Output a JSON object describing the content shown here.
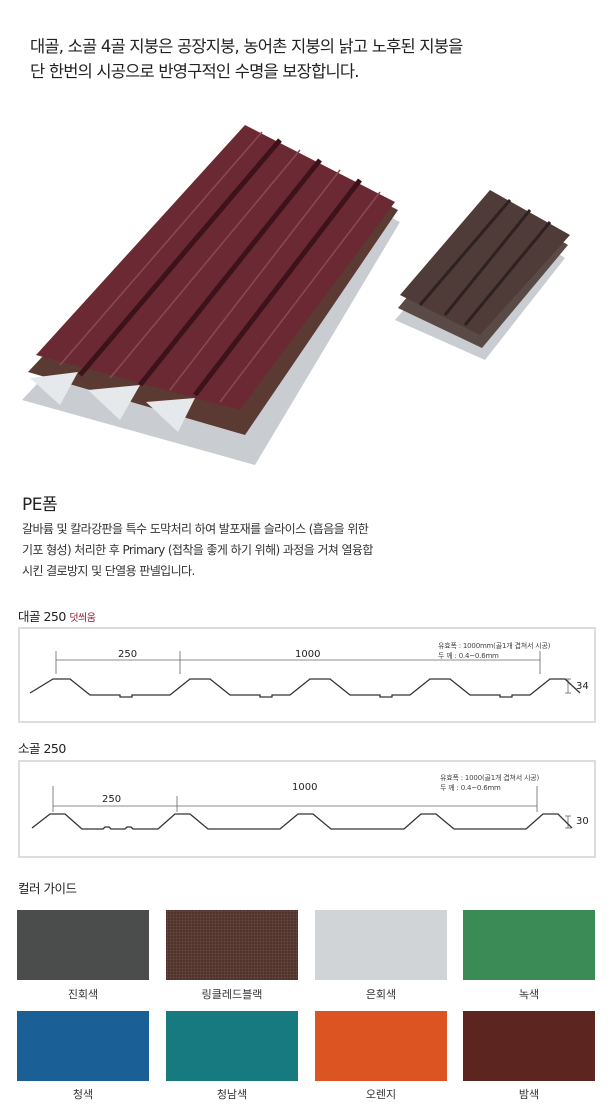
{
  "headline": [
    "대골, 소골 4골 지붕은 공장지붕, 농어촌 지붕의 낡고 노후된 지붕을",
    "단 한번의 시공으로 반영구적인 수명을 보장합니다."
  ],
  "product": {
    "title": "PE폼",
    "description": [
      "갈바륨 및 칼라강판을 특수 도막처리 하여 발포재를 슬라이스 (흡음을 위한",
      "기포 형성) 처리한 후 Primary (접착을 좋게 하기 위해) 과정을 거쳐 열융합",
      "시킨 결로방지 및 단열용 판넬입니다."
    ]
  },
  "profiles": [
    {
      "title": "대골 250",
      "subtitle": "덧씌움",
      "pitch": "250",
      "width": "1000",
      "note1": "유효폭 : 1000mm(골1개 겹쳐서 시공)",
      "note2": "두   께 : 0.4~0.6mm",
      "height": "34"
    },
    {
      "title": "소골 250",
      "subtitle": "",
      "pitch": "250",
      "width": "1000",
      "note1": "유효폭 : 1000(골1개 겹쳐서 시공)",
      "note2": "두   께 : 0.4~0.6mm",
      "height": "30"
    }
  ],
  "color_guide": {
    "title": "컬러 가이드",
    "colors": [
      {
        "name": "진회색",
        "hex": "#4b4d4c"
      },
      {
        "name": "링클레드블랙",
        "hex": "#4a2f29"
      },
      {
        "name": "은회색",
        "hex": "#d1d4d6"
      },
      {
        "name": "녹색",
        "hex": "#3a8b56"
      },
      {
        "name": "청색",
        "hex": "#1a6097"
      },
      {
        "name": "청남색",
        "hex": "#167a80"
      },
      {
        "name": "오렌지",
        "hex": "#dc5421"
      },
      {
        "name": "밤색",
        "hex": "#5d2520"
      }
    ]
  }
}
